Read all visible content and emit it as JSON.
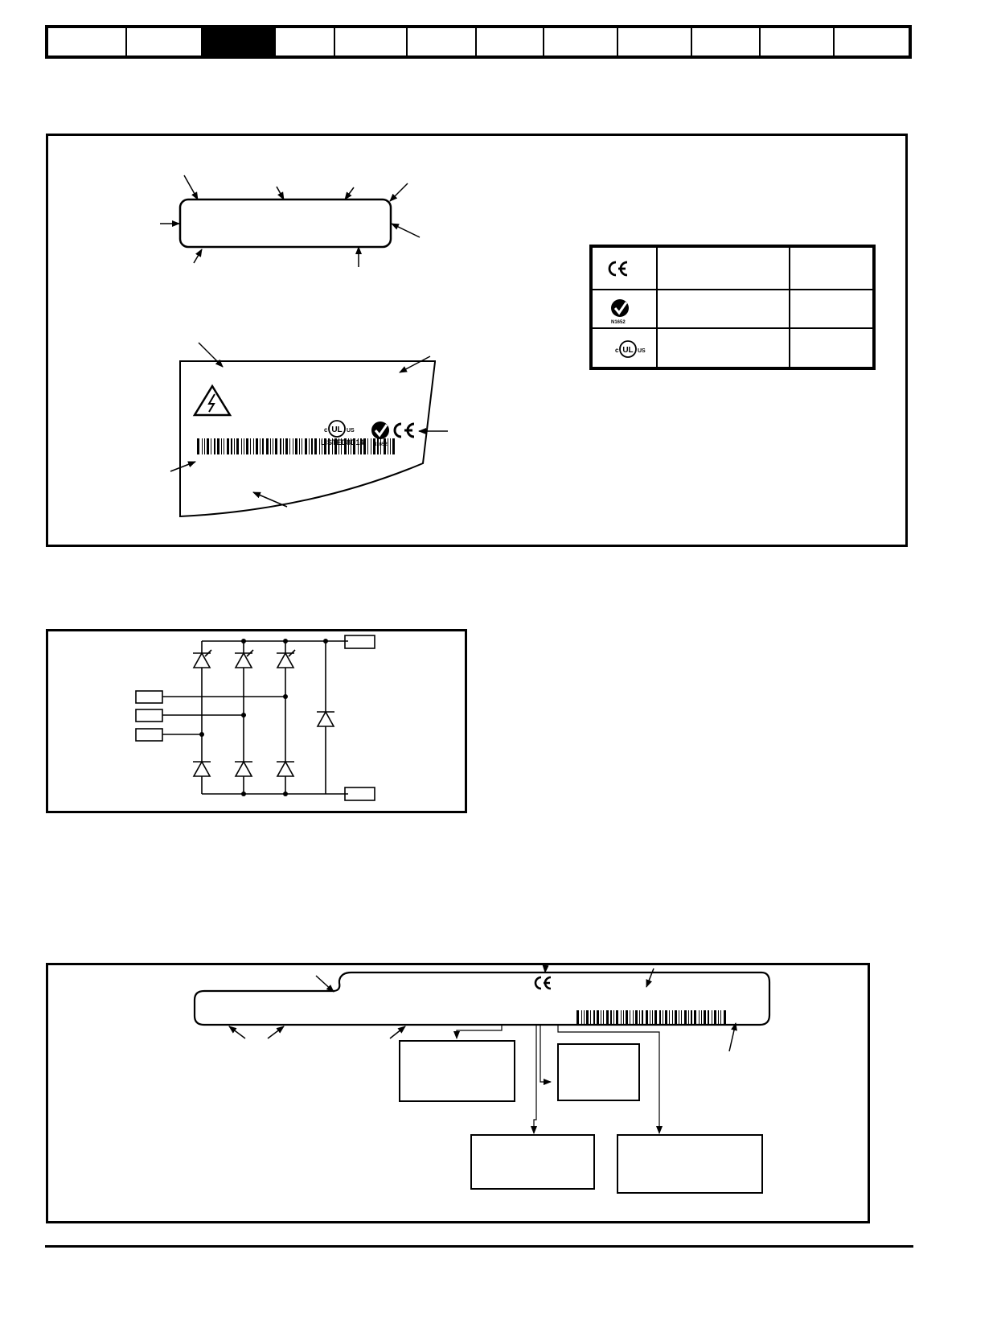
{
  "tab_bar": {
    "tab_count": 12,
    "active_index": 2
  },
  "nameplate_label": {
    "listing_text": "LISTED8D14",
    "regulatory_code": "N1652"
  },
  "approvals_table": {
    "rows": [
      {
        "icon": "ce-mark-icon",
        "code": ""
      },
      {
        "icon": "c-tick-icon",
        "code": "N1652"
      },
      {
        "icon": "cul-us-icon",
        "code": ""
      }
    ]
  },
  "serial_label": {
    "marking": "CE"
  },
  "colors": {
    "ink": "#000000",
    "paper": "#ffffff"
  }
}
